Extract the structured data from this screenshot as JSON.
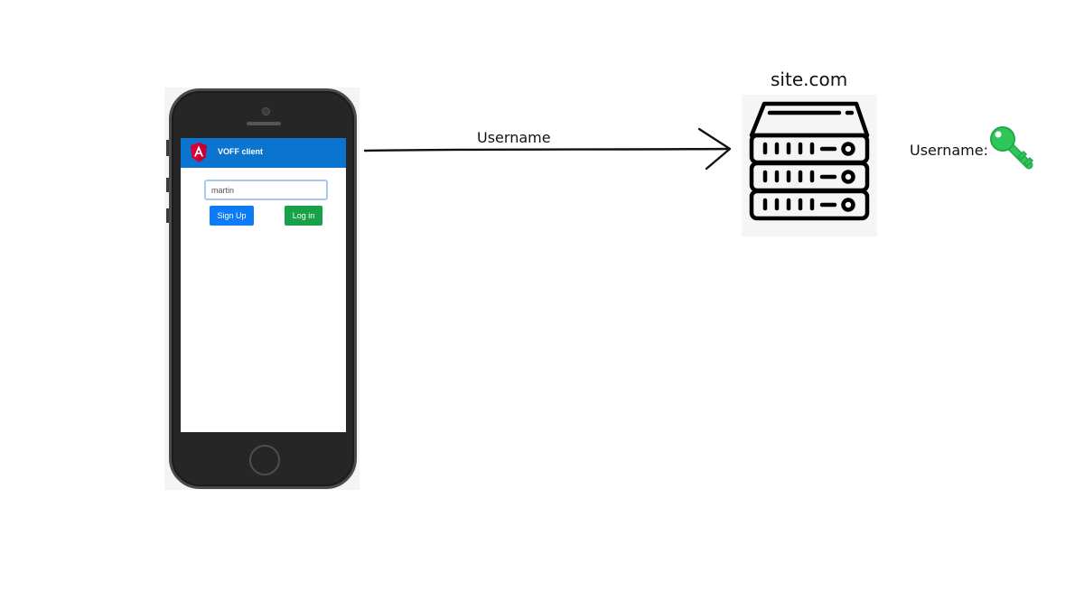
{
  "phone": {
    "app": {
      "title": "VOFF client",
      "username_value": "martin",
      "signup_label": "Sign Up",
      "login_label": "Log in"
    }
  },
  "arrow": {
    "label": "Username"
  },
  "server": {
    "domain": "site.com"
  },
  "stored": {
    "label": "Username:",
    "icon": "key-icon"
  },
  "colors": {
    "app_header": "#0b74cf",
    "signup_button": "#0d7bf6",
    "login_button": "#17a24a",
    "key": "#2fc75a",
    "angular_logo": "#dd0031"
  }
}
